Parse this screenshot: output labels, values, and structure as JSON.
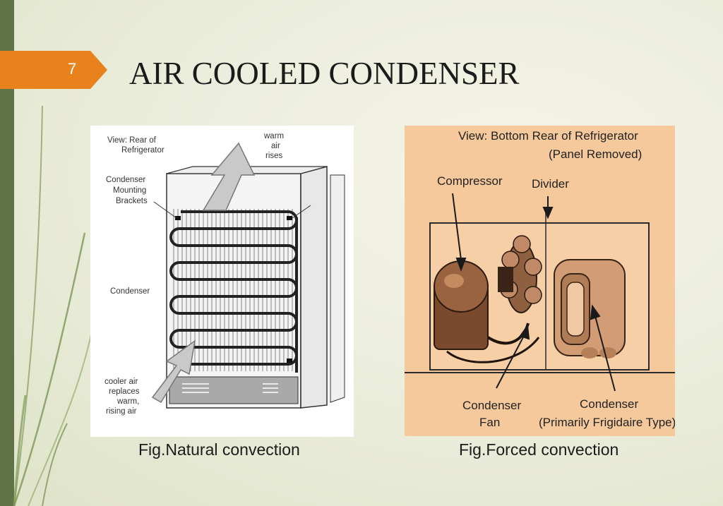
{
  "slide": {
    "number": "7",
    "title": "AIR COOLED CONDENSER"
  },
  "figure_natural": {
    "caption": "Fig.Natural convection",
    "labels": {
      "view_line1": "View: Rear of",
      "view_line2": "Refrigerator",
      "warm_line1": "warm",
      "warm_line2": "air",
      "warm_line3": "rises",
      "brackets_line1": "Condenser",
      "brackets_line2": "Mounting",
      "brackets_line3": "Brackets",
      "condenser": "Condenser",
      "cooler_line1": "cooler air",
      "cooler_line2": "replaces",
      "cooler_line3": "warm,",
      "cooler_line4": "rising air"
    }
  },
  "figure_forced": {
    "caption": "Fig.Forced  convection",
    "labels": {
      "view_line1": "View: Bottom Rear of Refrigerator",
      "view_line2": "(Panel Removed)",
      "compressor": "Compressor",
      "divider": "Divider",
      "fan_line1": "Condenser",
      "fan_line2": "Fan",
      "condenser_line1": "Condenser",
      "condenser_line2": "(Primarily Frigidaire Type)"
    }
  },
  "colors": {
    "accent": "#e9821c",
    "sidebar": "#5f7346",
    "forced_bg": "#f6c99c"
  }
}
